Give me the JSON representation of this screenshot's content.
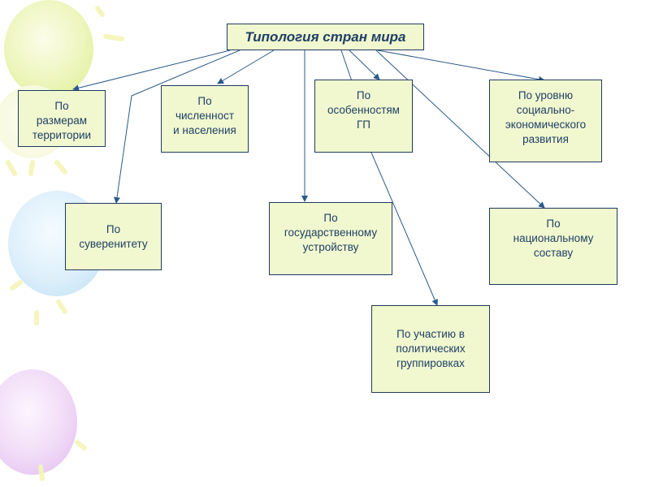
{
  "title": "Типология стран мира",
  "nodes": {
    "territory": "По\nразмерам\nтерритории",
    "population": "По\nчисленност\nи населения",
    "gp": "По\nособенностям\nГП",
    "socio": "По уровню\nсоциально-\nэкономического\nразвития",
    "sovereignty": "По\nсуверенитету",
    "state": "По\nгосударственному\nустройству",
    "national": "По\nнациональному\nсоставу",
    "political": "По участию в\nполитических\nгруппировках"
  },
  "colors": {
    "box_fill": "#f1f8cf",
    "box_border": "#1f3a5e",
    "text": "#1e3f66",
    "connector": "#2a5a8a"
  }
}
